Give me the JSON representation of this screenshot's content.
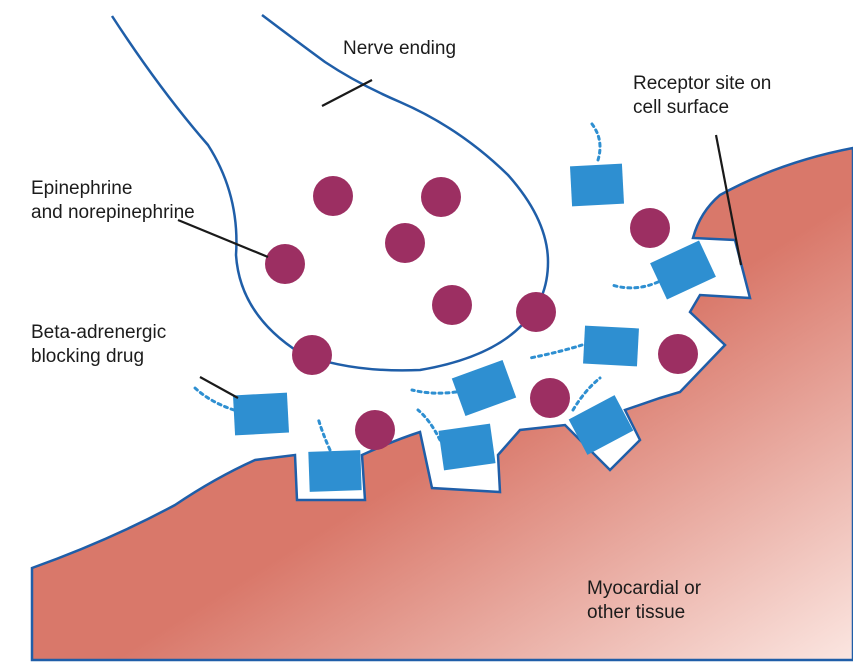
{
  "labels": {
    "nerve_ending": "Nerve ending",
    "receptor_site_line1": "Receptor site on",
    "receptor_site_line2": "cell surface",
    "neurotransmitter_line1": "Epinephrine",
    "neurotransmitter_line2": "and norepinephrine",
    "blocker_line1": "Beta-adrenergic",
    "blocker_line2": "blocking drug",
    "tissue_line1": "Myocardial or",
    "tissue_line2": "other tissue"
  },
  "colors": {
    "outline": "#1f5ea8",
    "neurotransmitter": "#9c2f62",
    "blocker": "#2e8fd1",
    "tissue_dark": "#d9786a",
    "tissue_light": "#fbe6e1",
    "leader": "#1a1a1a"
  }
}
